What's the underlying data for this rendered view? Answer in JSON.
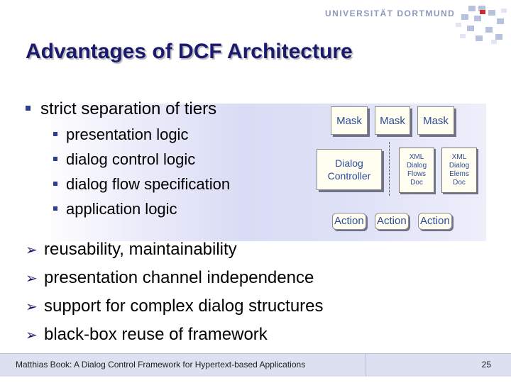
{
  "header": {
    "university": "UNIVERSITÄT DORTMUND"
  },
  "slide": {
    "title": "Advantages of DCF Architecture",
    "bullet_main": "strict separation of tiers",
    "sub_bullets": [
      "presentation logic",
      "dialog control logic",
      "dialog flow specification",
      "application logic"
    ],
    "advantages": [
      "reusability, maintainability",
      "presentation channel independence",
      "support for complex dialog structures",
      "black-box reuse of framework"
    ]
  },
  "diagram": {
    "masks": [
      "Mask",
      "Mask",
      "Mask"
    ],
    "controller": "Dialog Controller",
    "docs": [
      "XML Dialog Flows Doc",
      "XML Dialog Elems Doc"
    ],
    "actions": [
      "Action",
      "Action",
      "Action"
    ]
  },
  "footer": {
    "text": "Matthias Book: A Dialog Control Framework for Hypertext-based Applications",
    "page": "25"
  },
  "colors": {
    "title": "#1a1a6e",
    "accent_text": "#2d4a9a",
    "footer_bg": "#dce0f0"
  }
}
